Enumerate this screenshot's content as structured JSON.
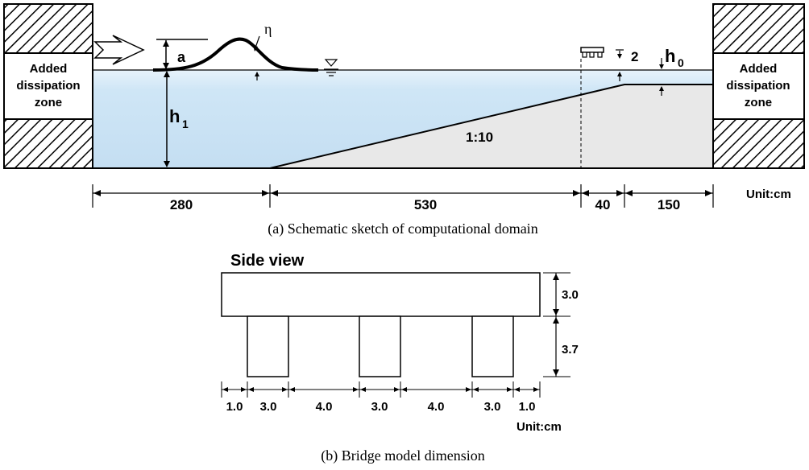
{
  "sketch": {
    "left_zone": [
      "Added",
      "dissipation",
      "zone"
    ],
    "right_zone": [
      "Added",
      "dissipation",
      "zone"
    ],
    "labels": {
      "a": "a",
      "eta": "η",
      "h1_base": "h",
      "h1_sub": "1",
      "h0_base": "h",
      "h0_sub": "0",
      "deck_gap": "2",
      "slope": "1:10"
    },
    "dimensions": [
      "280",
      "530",
      "40",
      "150"
    ],
    "unit": "Unit:cm",
    "caption": "(a)  Schematic  sketch  of  computational  domain"
  },
  "bridge": {
    "title": "Side view",
    "height_labels": [
      "3.0",
      "3.7"
    ],
    "width_labels": [
      "1.0",
      "3.0",
      "4.0",
      "3.0",
      "4.0",
      "3.0",
      "1.0"
    ],
    "unit": "Unit:cm",
    "caption": "(b)  Bridge  model  dimension"
  },
  "colors": {
    "water": "#c9e2f4",
    "water_surface": "#e6f2fb",
    "slope_fill": "#e6e6e6",
    "line": "#000000"
  }
}
